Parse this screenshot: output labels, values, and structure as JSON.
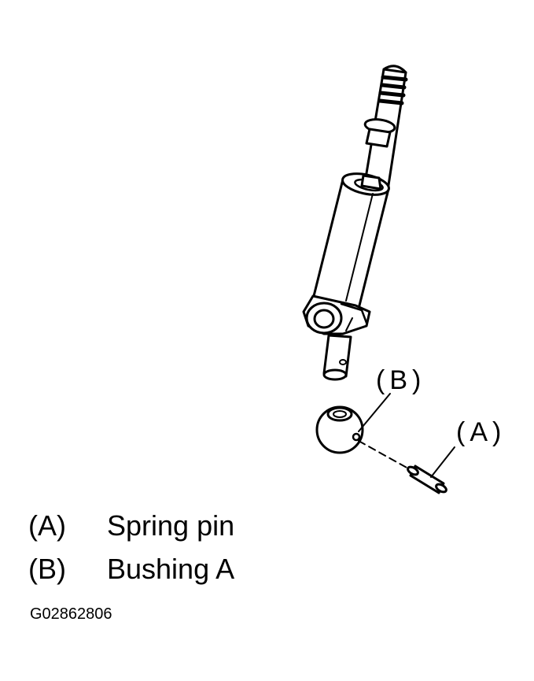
{
  "callouts": {
    "b": "(B)",
    "a": "(A)"
  },
  "legend": [
    {
      "key": "(A)",
      "text": "Spring pin"
    },
    {
      "key": "(B)",
      "text": "Bushing A"
    }
  ],
  "figure_id": "G02862806",
  "colors": {
    "line": "#000000",
    "background": "#ffffff"
  }
}
